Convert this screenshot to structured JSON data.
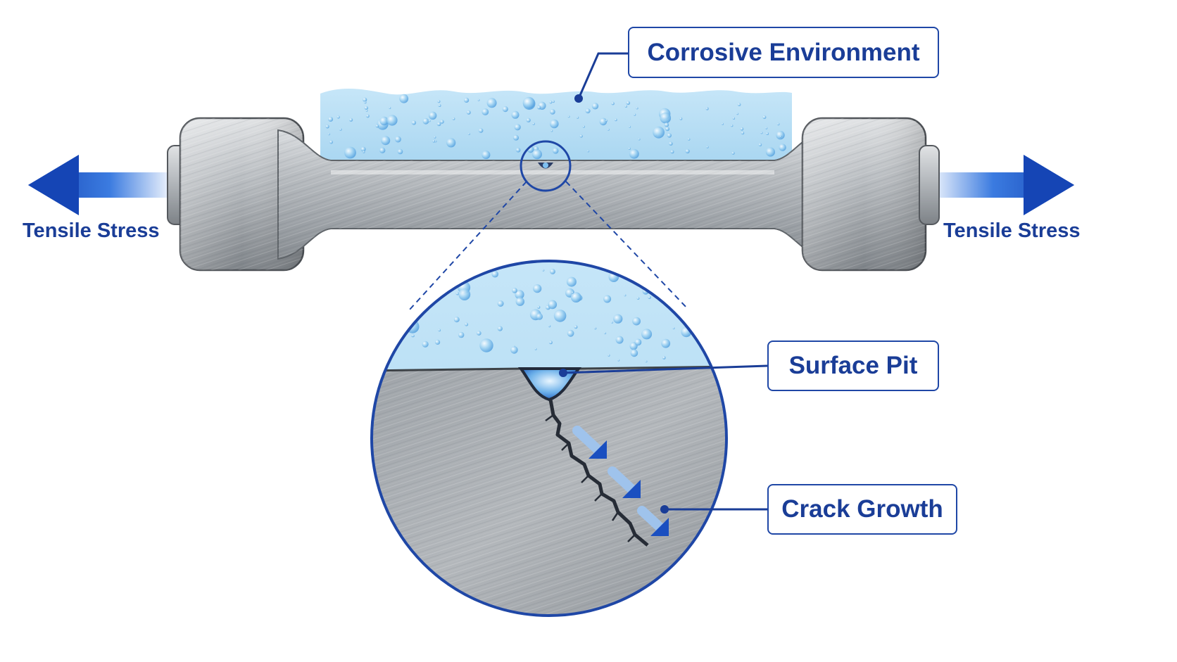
{
  "labels": {
    "corrosive_environment": "Corrosive Environment",
    "surface_pit": "Surface Pit",
    "crack_growth": "Crack Growth",
    "tensile_stress_left": "Tensile Stress",
    "tensile_stress_right": "Tensile Stress"
  },
  "colors": {
    "accent_blue": "#1a3d97",
    "callout_border": "#1f47a6",
    "liquid_blue": "#bfe3f6",
    "metal_gray": "#a9adb2"
  },
  "icons": {
    "left_arrow": "arrow-left-icon",
    "right_arrow": "arrow-right-icon",
    "crack_arrows": "arrow-down-right-icon"
  }
}
